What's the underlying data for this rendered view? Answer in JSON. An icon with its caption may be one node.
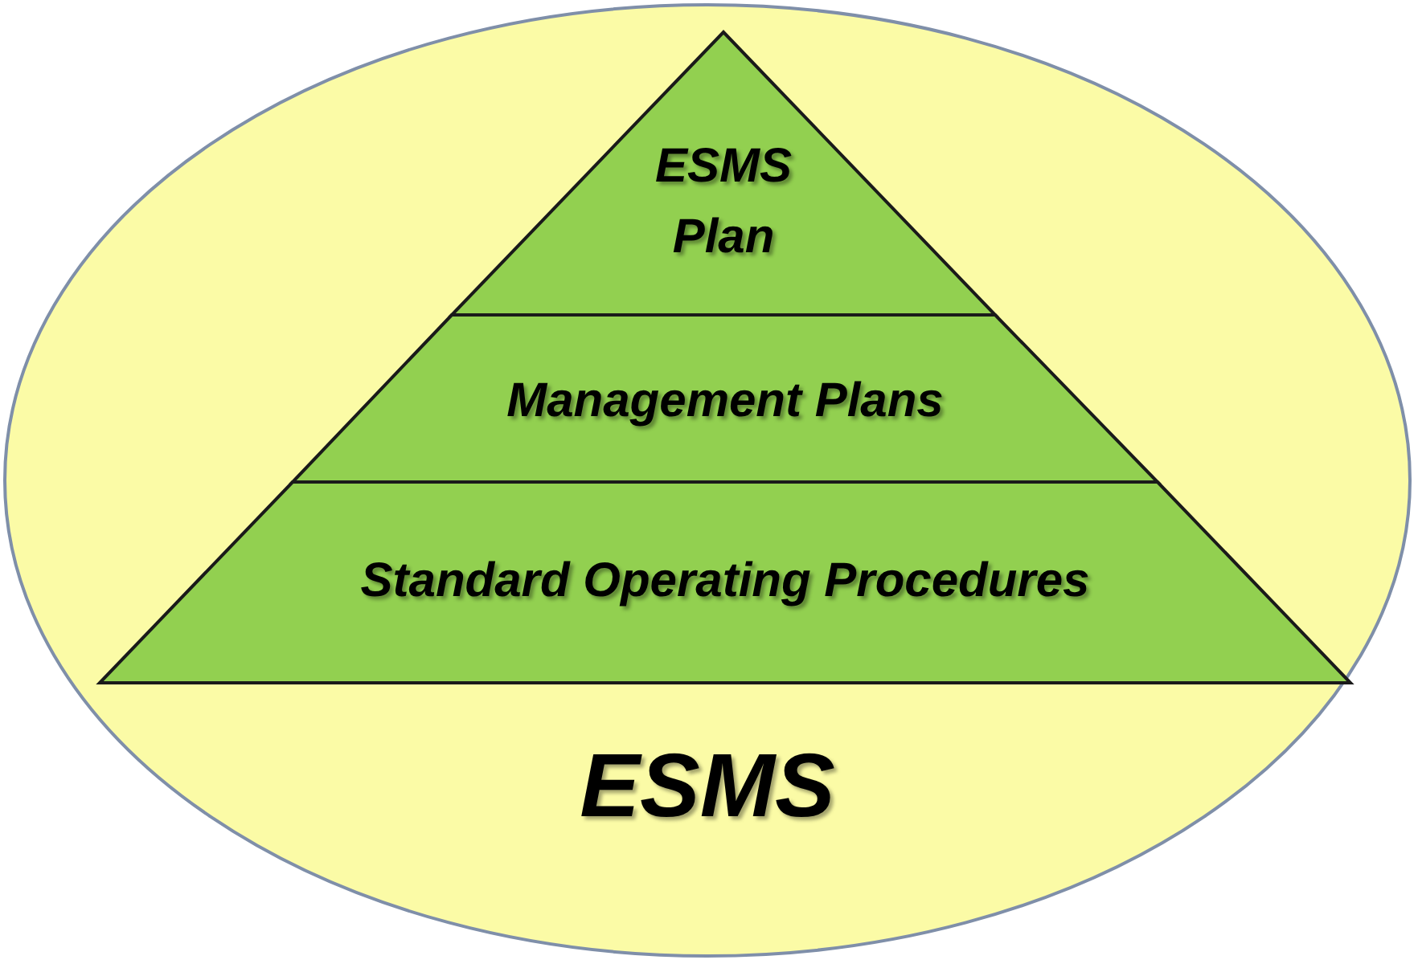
{
  "diagram": {
    "nodes": [
      {
        "text": [
          "ESMS"
        ]
      },
      {
        "text": [
          "ESMS Plan"
        ],
        "in": 0
      },
      {
        "text": [
          "Management Plans"
        ],
        "in": 0
      },
      {
        "text": [
          "Standard Operating Procedures"
        ],
        "in": 0
      }
    ]
  }
}
